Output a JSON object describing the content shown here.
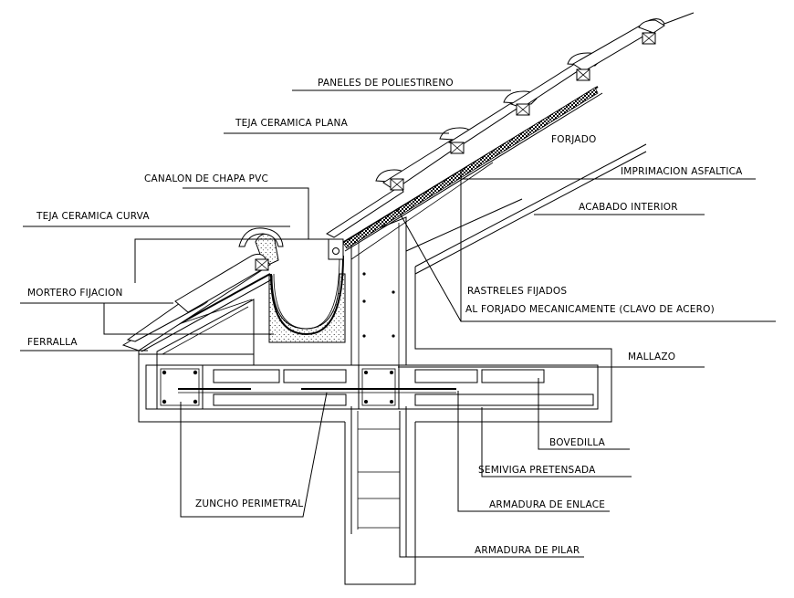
{
  "labels": {
    "paneles": "PANELES DE POLIESTIRENO",
    "teja_plana": "TEJA CERAMICA PLANA",
    "forjado": "FORJADO",
    "canalon": "CANALON DE CHAPA PVC",
    "imprimacion": "IMPRIMACION ASFALTICA",
    "acabado": "ACABADO INTERIOR",
    "teja_curva": "TEJA CERAMICA CURVA",
    "mortero": "MORTERO FIJACION",
    "rastreles_1": "RASTRELES FIJADOS",
    "rastreles_2": "AL FORJADO MECANICAMENTE (CLAVO DE ACERO)",
    "ferralla": "FERRALLA",
    "mallazo": "MALLAZO",
    "bovedilla": "BOVEDILLA",
    "semiviga": "SEMIVIGA PRETENSADA",
    "zuncho": "ZUNCHO PERIMETRAL",
    "armadura_enlace": "ARMADURA DE ENLACE",
    "armadura_pilar": "ARMADURA DE PILAR"
  }
}
